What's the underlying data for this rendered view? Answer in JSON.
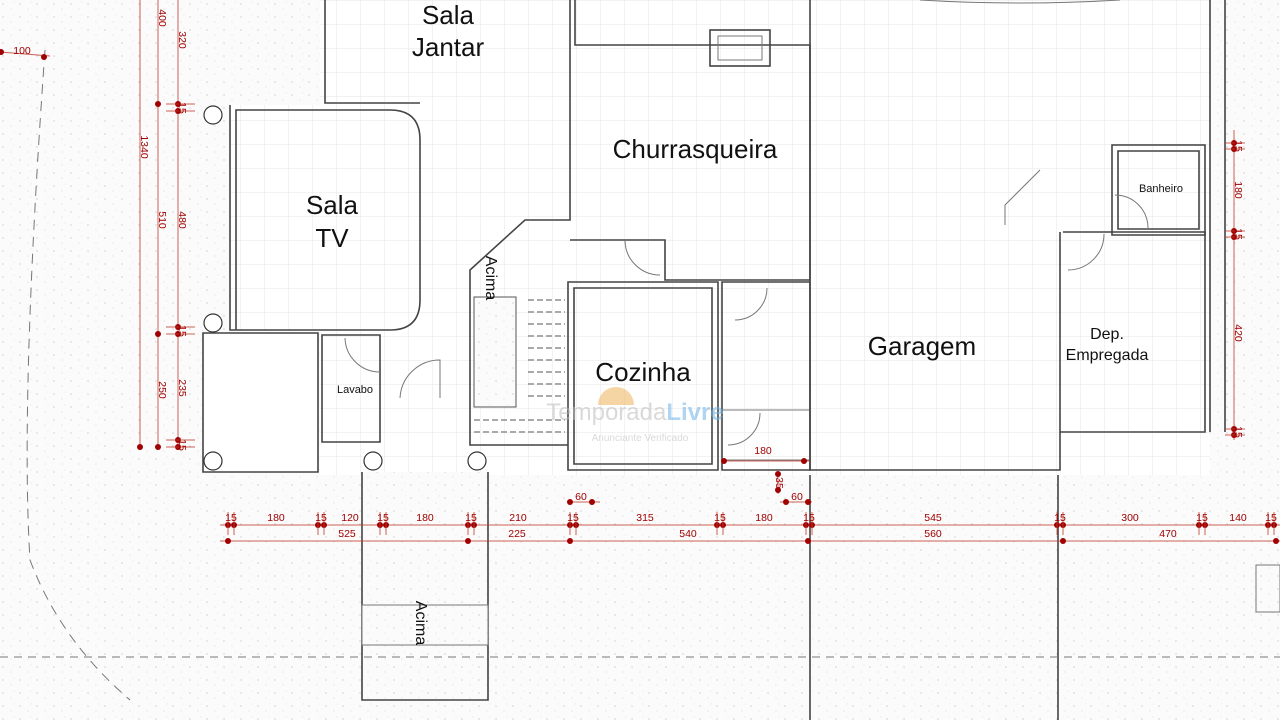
{
  "rooms": {
    "sala_jantar": [
      "Sala",
      "Jantar"
    ],
    "churrasqueira": "Churrasqueira",
    "sala_tv": [
      "Sala",
      "TV"
    ],
    "cozinha": "Cozinha",
    "garagem": "Garagem",
    "dep_empregada": [
      "Dep.",
      "Empregada"
    ],
    "banheiro": "Banheiro",
    "lavabo": "Lavabo",
    "stairs_up": "Acima",
    "walkway_up": "Acima"
  },
  "watermark": {
    "brand_a": "Temporada",
    "brand_b": "Livre",
    "tagline": "Anunciante Verificado"
  },
  "dimensions": {
    "bottom_row1": [
      "15",
      "180",
      "15",
      "120",
      "15",
      "180",
      "15",
      "210",
      "15",
      "315",
      "15",
      "180",
      "15",
      "545",
      "15",
      "300",
      "15",
      "140",
      "15"
    ],
    "bottom_row2": [
      "525",
      "225",
      "540",
      "560",
      "470"
    ],
    "left_outer": [
      "1340"
    ],
    "left_mid": [
      "400",
      "510",
      "250"
    ],
    "left_inner": [
      "320",
      "15",
      "480",
      "15",
      "235",
      "15"
    ],
    "right": [
      "15",
      "180",
      "15",
      "420",
      "15"
    ],
    "misc": [
      "100",
      "180",
      "60",
      "35",
      "60"
    ]
  },
  "colors": {
    "dimension": "#a00000",
    "wall": "#444444",
    "watermark_orange": "#f0b35a",
    "watermark_blue": "#6fb3e8"
  }
}
